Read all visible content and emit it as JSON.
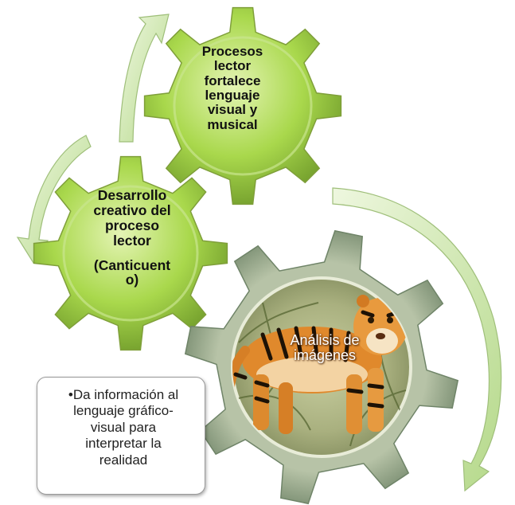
{
  "gears": [
    {
      "lines": [
        "Procesos",
        "lector",
        "fortalece",
        "lenguaje",
        "visual y",
        "musical"
      ]
    },
    {
      "lines": [
        "Desarrollo",
        "creativo del",
        "proceso",
        "lector",
        "(Canticuent",
        "o)"
      ]
    },
    {
      "lines": [
        "Análisis de",
        "imágenes"
      ],
      "image": "tiger"
    }
  ],
  "note": {
    "lines": [
      "•Da información al",
      "lenguaje gráfico-",
      "visual para",
      "interpretar la",
      "realidad"
    ]
  },
  "colors": {
    "gear_green": "#9ccc3c",
    "gear_green_light": "#d9efa4",
    "gear_outline": "#7f9f3a",
    "arrow_green": "#c8e3a4"
  }
}
